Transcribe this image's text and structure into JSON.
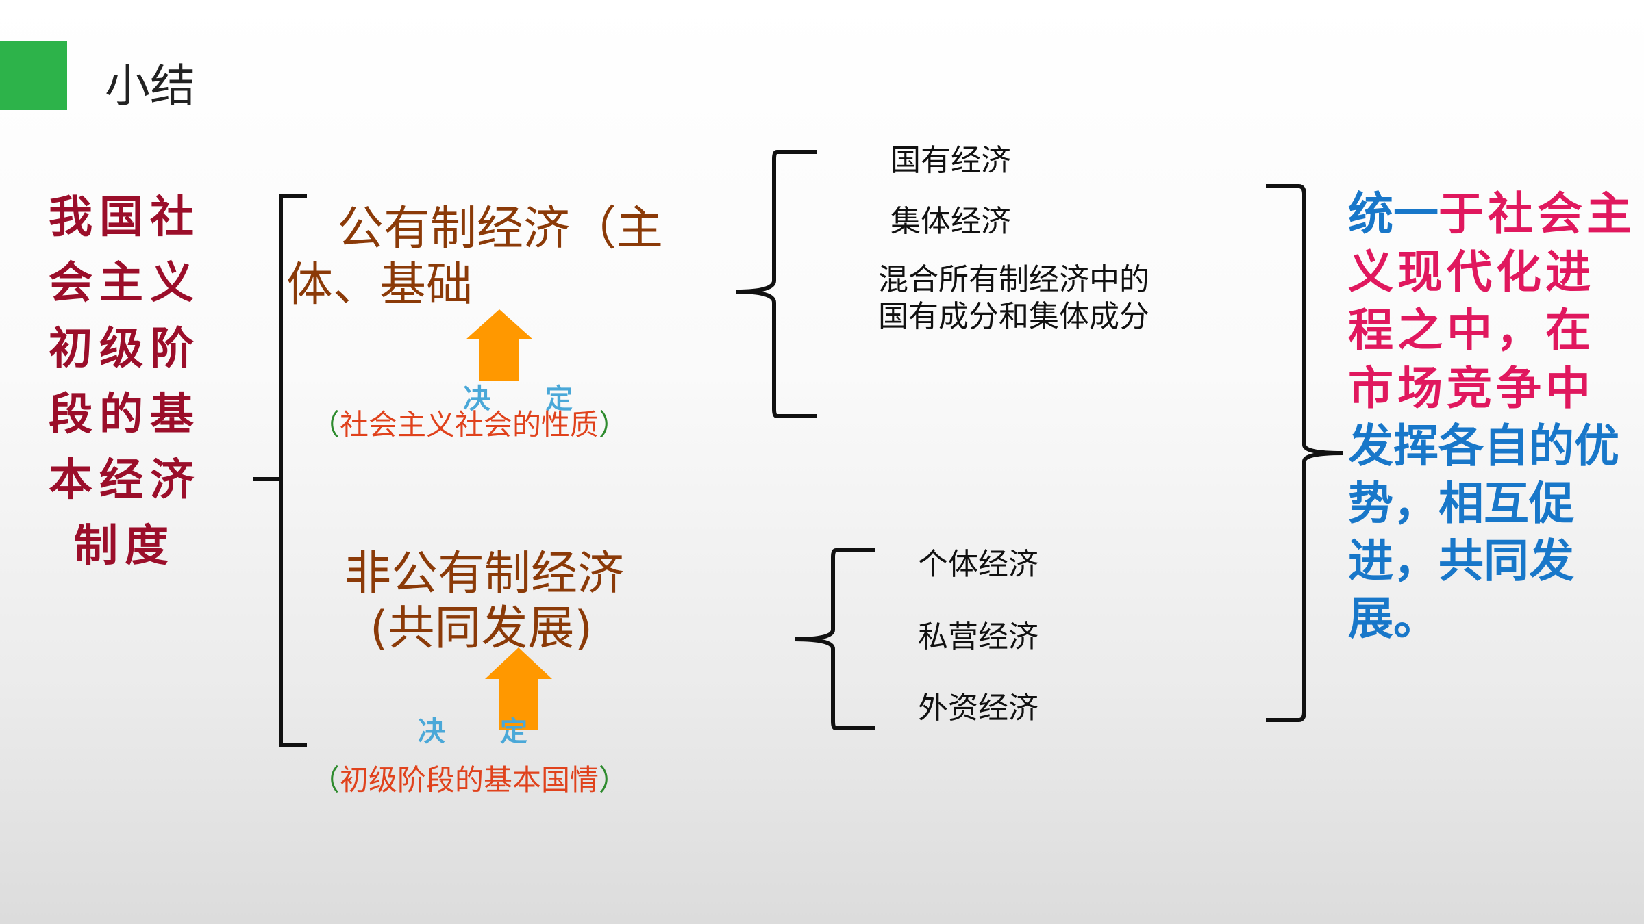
{
  "header": {
    "title": "小结",
    "accent_color": "#2db34a"
  },
  "left_title": "我国社会主义初级阶段的基本经济制度",
  "public": {
    "title_line1": "公有制经济（主",
    "title_line2": "体、基础",
    "decide_1": "决",
    "decide_2": "定",
    "reason_open": "（",
    "reason": "社会主义社会的性质",
    "reason_close": "）",
    "items": [
      "国有经济",
      "集体经济",
      "混合所有制经济中的",
      "国有成分和集体成分"
    ]
  },
  "nonpublic": {
    "title_line1": "非公有制经济",
    "title_line2": "(共同发展)",
    "decide_1": "决",
    "decide_2": "定",
    "reason_open": "（",
    "reason": "初级阶段的基本国情",
    "reason_close": "）",
    "items": [
      "个体经济",
      "私营经济",
      "外资经济"
    ]
  },
  "conclusion": {
    "part1": "统一",
    "part2": "于社会主义现代化进程之中，在市场竞争中",
    "part3": "发挥各自的优势，相互促进，共同发展。"
  },
  "colors": {
    "arrow": "#ff9800",
    "brace": "#111111"
  }
}
